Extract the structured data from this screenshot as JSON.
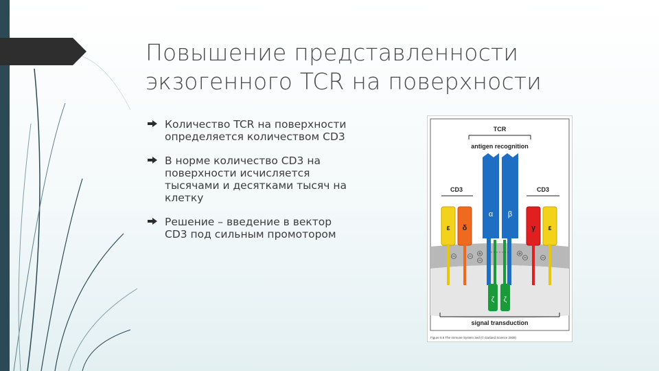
{
  "slide": {
    "title_lines": [
      "Повышение представленности",
      "экзогенного TCR на поверхности"
    ],
    "bullets": [
      {
        "lines": [
          "Количество TCR на поверхности",
          "определяется количеством CD3"
        ]
      },
      {
        "lines": [
          "В норме количество CD3 на",
          "поверхности исчисляется",
          "тысячами и десятками тысяч на",
          "клетку"
        ]
      },
      {
        "lines": [
          "Решение – введение в вектор",
          "CD3 под сильным промотором"
        ]
      }
    ],
    "bullet_icon": "right-arrow-icon",
    "colors": {
      "accent": "#2c4a55",
      "title": "#4a4a4a",
      "text": "#3d3d3d"
    }
  },
  "figure": {
    "tcr_label": "TCR",
    "antigen_label": "antigen recognition",
    "cd3_left_label": "CD3",
    "cd3_right_label": "CD3",
    "alpha": "α",
    "beta": "β",
    "epsilon_left": "ε",
    "delta": "δ",
    "gamma": "γ",
    "epsilon_right": "ε",
    "zeta1": "ζ",
    "zeta2": "ζ",
    "signal_label": "signal transduction",
    "caption": "Figure 5.6 The Immune System 3ed (© Garland Science 2009)",
    "colors": {
      "tcr": "#1e6fc4",
      "epsilon": "#f2d21a",
      "delta": "#ef6a1e",
      "gamma": "#e02020",
      "zeta": "#1a9a3a",
      "membrane": "#b8b8b8"
    }
  }
}
